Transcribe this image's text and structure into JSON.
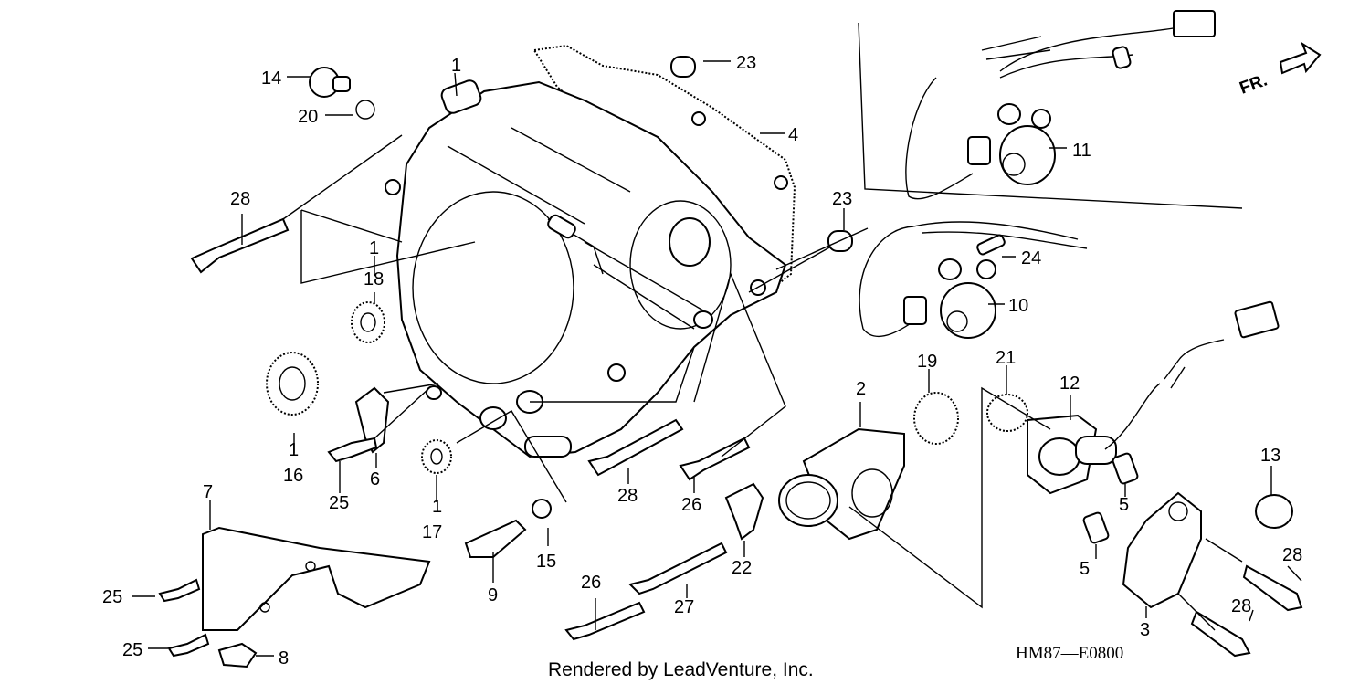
{
  "callouts": [
    {
      "text": "14"
    },
    {
      "text": "20"
    },
    {
      "text": "1"
    },
    {
      "text": "23"
    },
    {
      "text": "4"
    },
    {
      "text": "28"
    },
    {
      "text": "1"
    },
    {
      "text": "18"
    },
    {
      "text": "23"
    },
    {
      "text": "24"
    },
    {
      "text": "10"
    },
    {
      "text": "11"
    },
    {
      "text": "1"
    },
    {
      "text": "16"
    },
    {
      "text": "6"
    },
    {
      "text": "25"
    },
    {
      "text": "1"
    },
    {
      "text": "17"
    },
    {
      "text": "28"
    },
    {
      "text": "26"
    },
    {
      "text": "2"
    },
    {
      "text": "19"
    },
    {
      "text": "21"
    },
    {
      "text": "12"
    },
    {
      "text": "13"
    },
    {
      "text": "5"
    },
    {
      "text": "5"
    },
    {
      "text": "28"
    },
    {
      "text": "28"
    },
    {
      "text": "3"
    },
    {
      "text": "7"
    },
    {
      "text": "9"
    },
    {
      "text": "15"
    },
    {
      "text": "22"
    },
    {
      "text": "26"
    },
    {
      "text": "27"
    },
    {
      "text": "25"
    },
    {
      "text": "25"
    },
    {
      "text": "8"
    }
  ],
  "direction_label": "FR.",
  "footer": "Rendered by LeadVenture, Inc.",
  "drawing_code": "HM87—E0800"
}
